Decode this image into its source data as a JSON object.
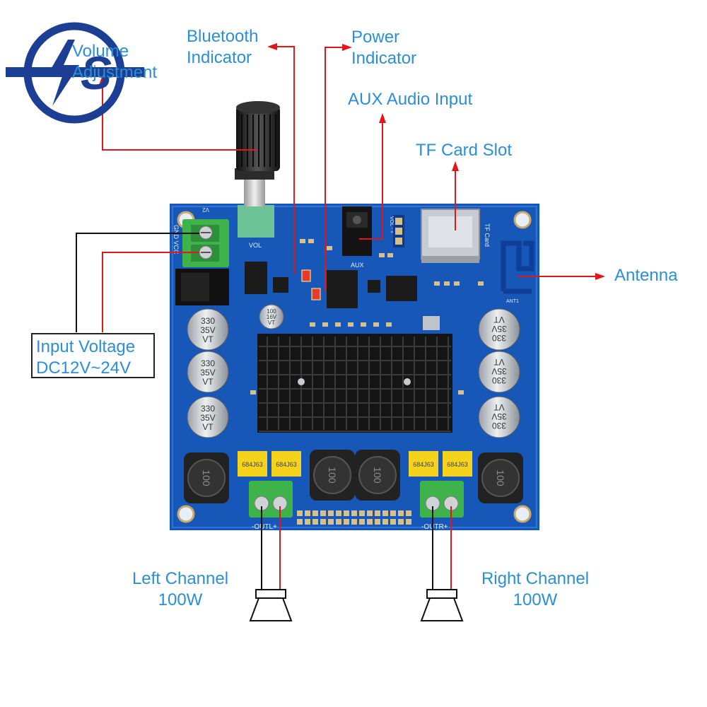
{
  "logo": {
    "mark": "S",
    "colors": {
      "ring": "#1c3f94",
      "mark": "#1c3f94",
      "accent": "#ffffff"
    }
  },
  "colors": {
    "label_text": "#2a8fd6",
    "pointer_line": "#e0181b",
    "pcb": "#1657b8",
    "heatsink": "#1a1a1a",
    "terminal_block": "#3db34a",
    "capacitor": "#c9cdd3",
    "film_capacitor": "#f5d31d",
    "volume_knob": "#222222"
  },
  "labels": {
    "volume_adjustment": [
      "Volume",
      "Adjustment"
    ],
    "bluetooth_indicator": [
      "Bluetooth",
      "Indicator"
    ],
    "power_indicator": [
      "Power",
      "Indicator"
    ],
    "aux_audio_input": "AUX Audio Input",
    "tf_card_slot": "TF Card Slot",
    "antenna": "Antenna",
    "input_voltage": [
      "Input Voltage",
      "DC12V~24V"
    ],
    "left_channel": [
      "Left Channel",
      "100W"
    ],
    "right_channel": [
      "Right Channel",
      "100W"
    ]
  },
  "board_silkscreen": {
    "vol": "VOL",
    "aux": "AUX",
    "tf_card": "TF Card",
    "gnd_vcc": "GND VCC",
    "out_left": "-OUTL+",
    "out_right": "-OUTR+",
    "ant": "ANT1",
    "v2": "V2",
    "volume_pins": "VOL - +"
  },
  "components": {
    "capacitor_marking": [
      "330",
      "35V",
      "VT"
    ],
    "small_capacitor_marking": [
      "100",
      "16V",
      "VT"
    ],
    "inductor_marking": "100",
    "film_capacitor_marking_left": [
      "684J63",
      "684J63"
    ],
    "film_capacitor_marking_right": [
      "684J63",
      "684J63"
    ]
  }
}
